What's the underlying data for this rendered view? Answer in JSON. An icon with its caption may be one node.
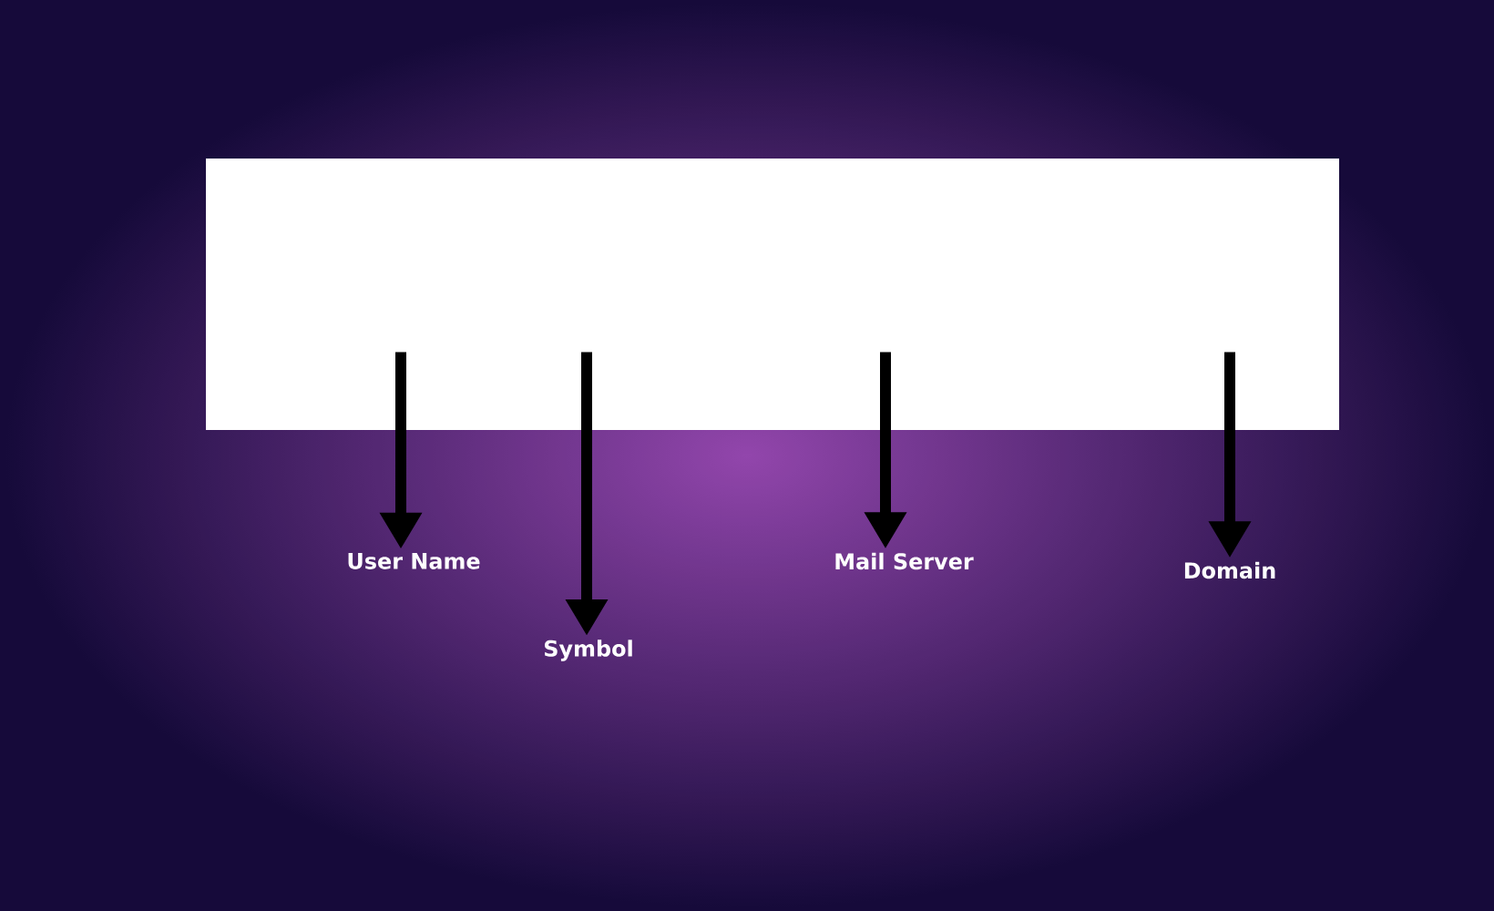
{
  "diagram": {
    "nodes": [
      {
        "text": [],
        "shape": "box"
      },
      {
        "text": [
          "User Name"
        ]
      },
      {
        "text": [
          "Symbol"
        ]
      },
      {
        "text": [
          "Mail Server"
        ]
      },
      {
        "text": [
          "Domain"
        ]
      }
    ],
    "edges": [
      {
        "from": 0,
        "to": 1,
        "arrow": "to"
      },
      {
        "from": 0,
        "to": 2,
        "arrow": "to"
      },
      {
        "from": 0,
        "to": 3,
        "arrow": "to"
      },
      {
        "from": 0,
        "to": 4,
        "arrow": "to"
      }
    ]
  }
}
